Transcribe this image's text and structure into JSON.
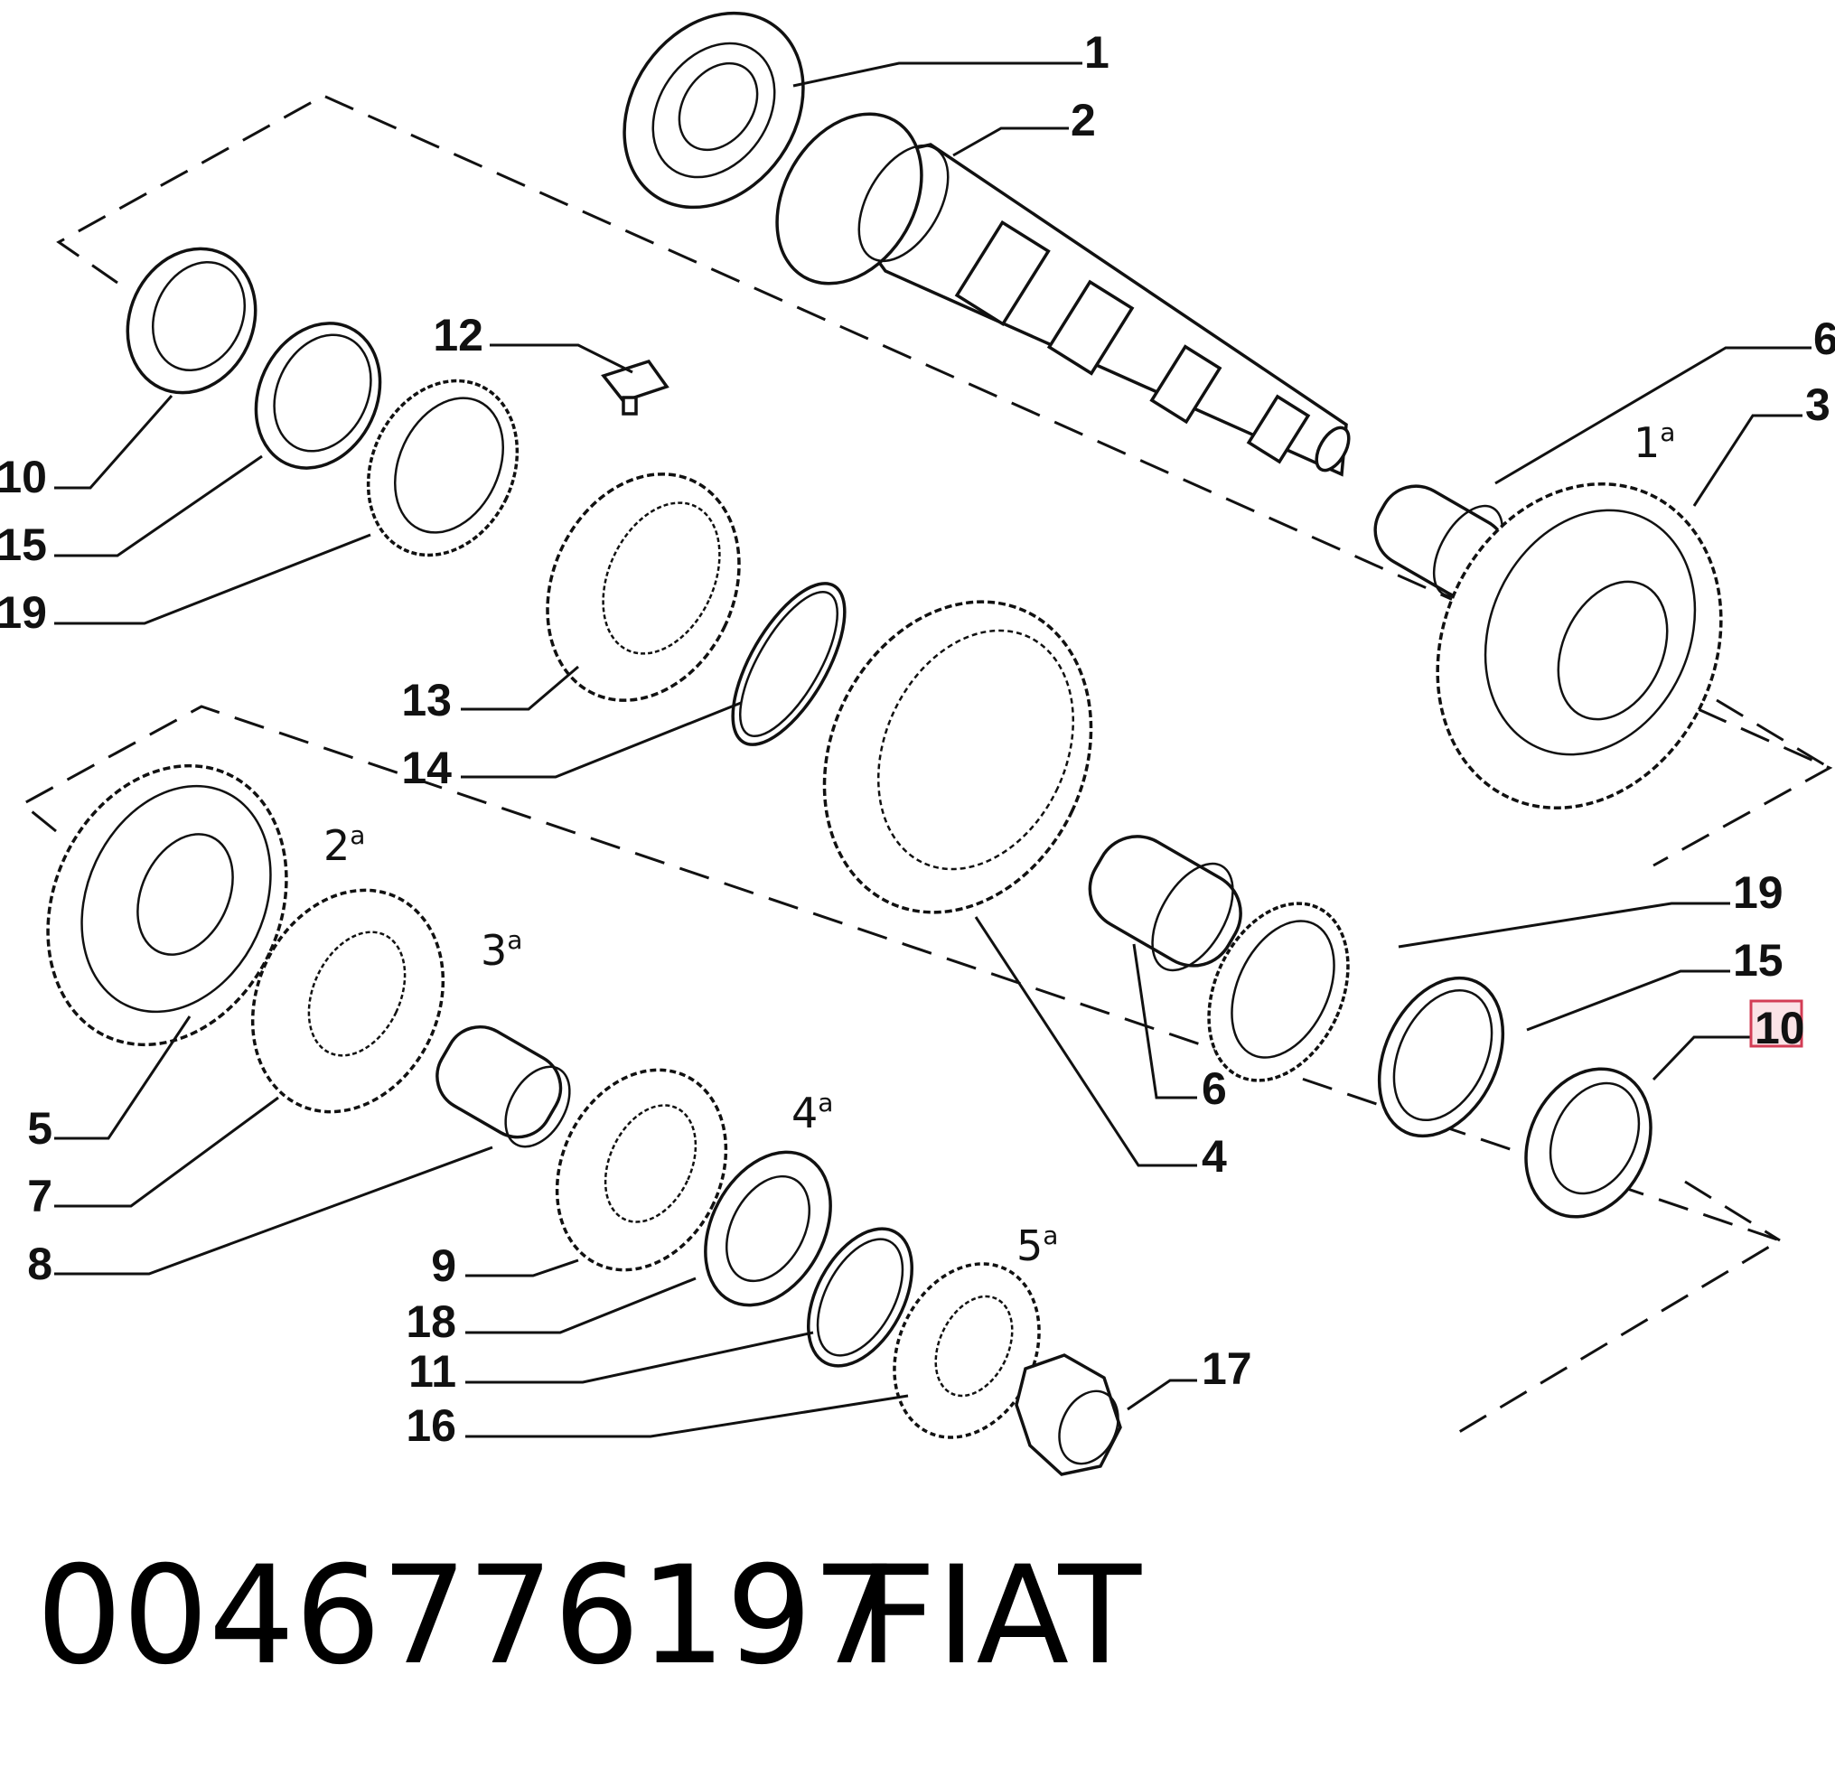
{
  "diagram": {
    "callouts": [
      {
        "id": "c1",
        "label": "1"
      },
      {
        "id": "c2",
        "label": "2"
      },
      {
        "id": "c6a",
        "label": "6"
      },
      {
        "id": "c3",
        "label": "3"
      },
      {
        "id": "c12",
        "label": "12"
      },
      {
        "id": "c10a",
        "label": "10"
      },
      {
        "id": "c15a",
        "label": "15"
      },
      {
        "id": "c19a",
        "label": "19"
      },
      {
        "id": "c13",
        "label": "13"
      },
      {
        "id": "c14",
        "label": "14"
      },
      {
        "id": "c19b",
        "label": "19"
      },
      {
        "id": "c15b",
        "label": "15"
      },
      {
        "id": "c10b",
        "label": "10",
        "highlighted": true
      },
      {
        "id": "c6b",
        "label": "6"
      },
      {
        "id": "c4",
        "label": "4"
      },
      {
        "id": "c5",
        "label": "5"
      },
      {
        "id": "c7",
        "label": "7"
      },
      {
        "id": "c8",
        "label": "8"
      },
      {
        "id": "c9",
        "label": "9"
      },
      {
        "id": "c18",
        "label": "18"
      },
      {
        "id": "c11",
        "label": "11"
      },
      {
        "id": "c16",
        "label": "16"
      },
      {
        "id": "c17",
        "label": "17"
      }
    ],
    "gear_labels": [
      {
        "id": "g1",
        "num": "1",
        "sup": "a"
      },
      {
        "id": "g2",
        "num": "2",
        "sup": "a"
      },
      {
        "id": "g3",
        "num": "3",
        "sup": "a"
      },
      {
        "id": "g4",
        "num": "4",
        "sup": "a"
      },
      {
        "id": "g5",
        "num": "5",
        "sup": "a"
      }
    ],
    "highlight_color": "#d33d55"
  },
  "footer": {
    "part_number": "0046776197",
    "brand": "FIAT"
  }
}
